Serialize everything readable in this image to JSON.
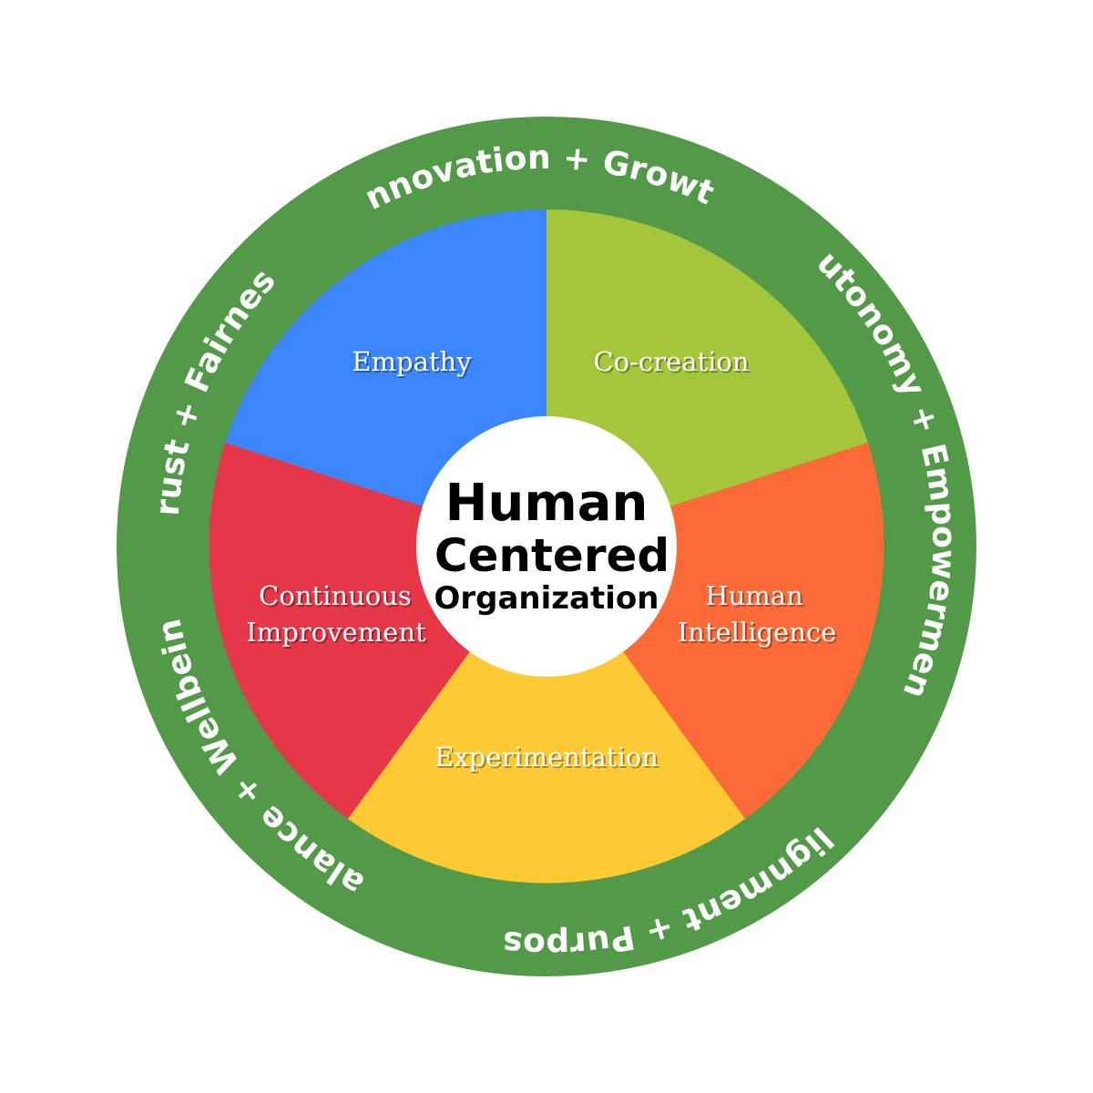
{
  "center": {
    "line1": "Human",
    "line2": "Centered",
    "line3": "Organization"
  },
  "segments": [
    {
      "id": "empathy",
      "lines": [
        "Empathy"
      ],
      "color": "#3B86FC"
    },
    {
      "id": "co-creation",
      "lines": [
        "Co-creation"
      ],
      "color": "#A5C63B"
    },
    {
      "id": "human-intelligence",
      "lines": [
        "Human",
        "Intelligence"
      ],
      "color": "#FB6A37"
    },
    {
      "id": "experimentation",
      "lines": [
        "Experimentation"
      ],
      "color": "#FFC933"
    },
    {
      "id": "continuous-improvement",
      "lines": [
        "Continuous",
        "Improvement"
      ],
      "color": "#E53747"
    }
  ],
  "ring": {
    "color": "#529A48",
    "labels": [
      {
        "id": "innovation-growth",
        "text": "Innovation + Growth"
      },
      {
        "id": "autonomy-empowerment",
        "text": "Autonomy + Empowerment"
      },
      {
        "id": "alignment-purpose",
        "text": "Alignment + Purpose"
      },
      {
        "id": "balance-wellbeing",
        "text": "Balance + Wellbeing"
      },
      {
        "id": "trust-fairness",
        "text": "Trust + Fairness"
      }
    ]
  }
}
